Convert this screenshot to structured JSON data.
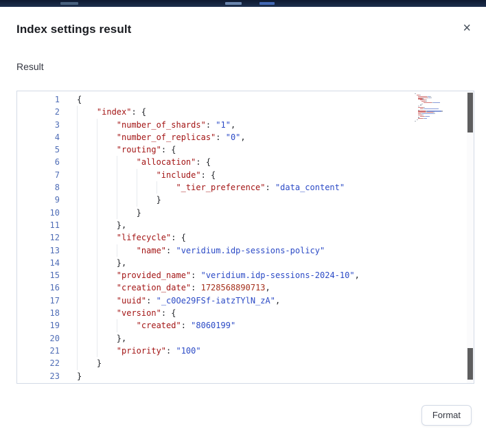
{
  "modal": {
    "title": "Index settings result",
    "close_icon": "×",
    "result_label": "Result",
    "format_button": "Format"
  },
  "colors": {
    "key": "#a31515",
    "string": "#2b4ac6",
    "number": "#a5301c",
    "punct": "#202328",
    "gutter": "#4f6db6",
    "editor_border": "#d3dae6",
    "top_strip": "#14223a"
  },
  "editor": {
    "language": "json",
    "line_count": 23,
    "lines": [
      {
        "n": 1,
        "ind": 0,
        "tk": [
          {
            "c": "p",
            "v": "{"
          }
        ]
      },
      {
        "n": 2,
        "ind": 1,
        "tk": [
          {
            "c": "k",
            "v": "\"index\""
          },
          {
            "c": "p",
            "v": ": {"
          }
        ]
      },
      {
        "n": 3,
        "ind": 2,
        "tk": [
          {
            "c": "k",
            "v": "\"number_of_shards\""
          },
          {
            "c": "p",
            "v": ": "
          },
          {
            "c": "s",
            "v": "\"1\""
          },
          {
            "c": "p",
            "v": ","
          }
        ]
      },
      {
        "n": 4,
        "ind": 2,
        "tk": [
          {
            "c": "k",
            "v": "\"number_of_replicas\""
          },
          {
            "c": "p",
            "v": ": "
          },
          {
            "c": "s",
            "v": "\"0\""
          },
          {
            "c": "p",
            "v": ","
          }
        ]
      },
      {
        "n": 5,
        "ind": 2,
        "tk": [
          {
            "c": "k",
            "v": "\"routing\""
          },
          {
            "c": "p",
            "v": ": {"
          }
        ]
      },
      {
        "n": 6,
        "ind": 3,
        "tk": [
          {
            "c": "k",
            "v": "\"allocation\""
          },
          {
            "c": "p",
            "v": ": {"
          }
        ]
      },
      {
        "n": 7,
        "ind": 4,
        "tk": [
          {
            "c": "k",
            "v": "\"include\""
          },
          {
            "c": "p",
            "v": ": {"
          }
        ]
      },
      {
        "n": 8,
        "ind": 5,
        "tk": [
          {
            "c": "k",
            "v": "\"_tier_preference\""
          },
          {
            "c": "p",
            "v": ": "
          },
          {
            "c": "s",
            "v": "\"data_content\""
          }
        ]
      },
      {
        "n": 9,
        "ind": 4,
        "tk": [
          {
            "c": "p",
            "v": "}"
          }
        ]
      },
      {
        "n": 10,
        "ind": 3,
        "tk": [
          {
            "c": "p",
            "v": "}"
          }
        ]
      },
      {
        "n": 11,
        "ind": 2,
        "tk": [
          {
            "c": "p",
            "v": "},"
          }
        ]
      },
      {
        "n": 12,
        "ind": 2,
        "tk": [
          {
            "c": "k",
            "v": "\"lifecycle\""
          },
          {
            "c": "p",
            "v": ": {"
          }
        ]
      },
      {
        "n": 13,
        "ind": 3,
        "tk": [
          {
            "c": "k",
            "v": "\"name\""
          },
          {
            "c": "p",
            "v": ": "
          },
          {
            "c": "s",
            "v": "\"veridium.idp-sessions-policy\""
          }
        ]
      },
      {
        "n": 14,
        "ind": 2,
        "tk": [
          {
            "c": "p",
            "v": "},"
          }
        ]
      },
      {
        "n": 15,
        "ind": 2,
        "tk": [
          {
            "c": "k",
            "v": "\"provided_name\""
          },
          {
            "c": "p",
            "v": ": "
          },
          {
            "c": "s",
            "v": "\"veridium.idp-sessions-2024-10\""
          },
          {
            "c": "p",
            "v": ","
          }
        ]
      },
      {
        "n": 16,
        "ind": 2,
        "tk": [
          {
            "c": "k",
            "v": "\"creation_date\""
          },
          {
            "c": "p",
            "v": ": "
          },
          {
            "c": "n",
            "v": "1728568890713"
          },
          {
            "c": "p",
            "v": ","
          }
        ]
      },
      {
        "n": 17,
        "ind": 2,
        "tk": [
          {
            "c": "k",
            "v": "\"uuid\""
          },
          {
            "c": "p",
            "v": ": "
          },
          {
            "c": "s",
            "v": "\"_c0Oe29FSf-iatzTYlN_zA\""
          },
          {
            "c": "p",
            "v": ","
          }
        ]
      },
      {
        "n": 18,
        "ind": 2,
        "tk": [
          {
            "c": "k",
            "v": "\"version\""
          },
          {
            "c": "p",
            "v": ": {"
          }
        ]
      },
      {
        "n": 19,
        "ind": 3,
        "tk": [
          {
            "c": "k",
            "v": "\"created\""
          },
          {
            "c": "p",
            "v": ": "
          },
          {
            "c": "s",
            "v": "\"8060199\""
          }
        ]
      },
      {
        "n": 20,
        "ind": 2,
        "tk": [
          {
            "c": "p",
            "v": "},"
          }
        ]
      },
      {
        "n": 21,
        "ind": 2,
        "tk": [
          {
            "c": "k",
            "v": "\"priority\""
          },
          {
            "c": "p",
            "v": ": "
          },
          {
            "c": "s",
            "v": "\"100\""
          }
        ]
      },
      {
        "n": 22,
        "ind": 1,
        "tk": [
          {
            "c": "p",
            "v": "}"
          }
        ]
      },
      {
        "n": 23,
        "ind": 0,
        "tk": [
          {
            "c": "p",
            "v": "}"
          }
        ]
      }
    ]
  }
}
